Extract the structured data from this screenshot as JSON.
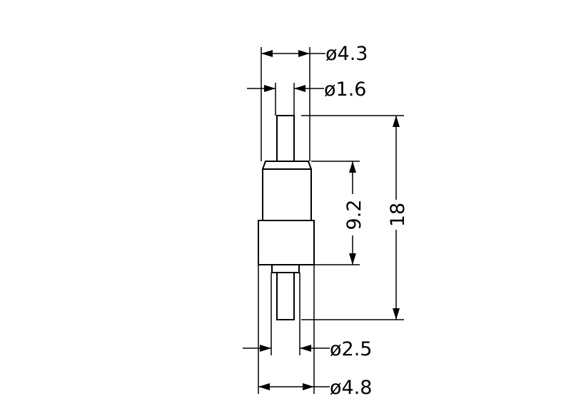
{
  "drawing": {
    "dimensions": {
      "top_outer_diameter": "ø4.3",
      "tip_diameter": "ø1.6",
      "length_body": "9.2",
      "length_total": "18",
      "tail_diameter": "ø2.5",
      "collar_diameter": "ø4.8"
    },
    "colors": {
      "line": "#000000",
      "background": "#ffffff"
    }
  }
}
